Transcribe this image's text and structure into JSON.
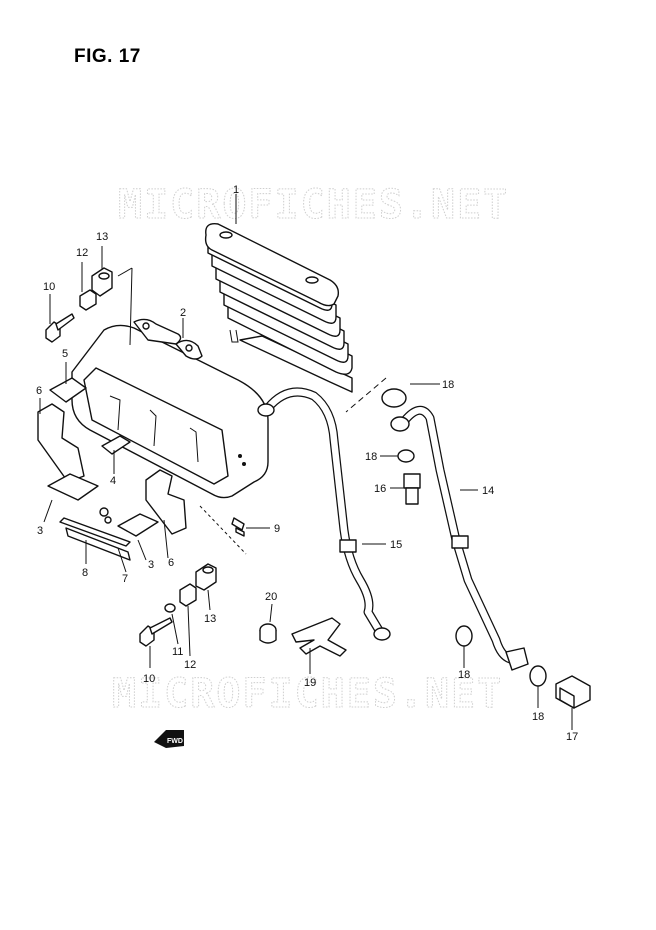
{
  "figure": {
    "title": "FIG. 17"
  },
  "watermarks": [
    "MICROFICHES.NET",
    "MICROFICHES.NET"
  ],
  "fwd_badge": "FWD",
  "callouts": [
    {
      "id": "c1",
      "label": "1"
    },
    {
      "id": "c2",
      "label": "2"
    },
    {
      "id": "c3a",
      "label": "3"
    },
    {
      "id": "c3b",
      "label": "3"
    },
    {
      "id": "c4",
      "label": "4"
    },
    {
      "id": "c5",
      "label": "5"
    },
    {
      "id": "c6a",
      "label": "6"
    },
    {
      "id": "c6b",
      "label": "6"
    },
    {
      "id": "c7",
      "label": "7"
    },
    {
      "id": "c8",
      "label": "8"
    },
    {
      "id": "c9",
      "label": "9"
    },
    {
      "id": "c10a",
      "label": "10"
    },
    {
      "id": "c10b",
      "label": "10"
    },
    {
      "id": "c11",
      "label": "11"
    },
    {
      "id": "c12a",
      "label": "12"
    },
    {
      "id": "c12b",
      "label": "12"
    },
    {
      "id": "c13a",
      "label": "13"
    },
    {
      "id": "c13b",
      "label": "13"
    },
    {
      "id": "c14",
      "label": "14"
    },
    {
      "id": "c15",
      "label": "15"
    },
    {
      "id": "c16",
      "label": "16"
    },
    {
      "id": "c17",
      "label": "17"
    },
    {
      "id": "c18a",
      "label": "18"
    },
    {
      "id": "c18b",
      "label": "18"
    },
    {
      "id": "c18c",
      "label": "18"
    },
    {
      "id": "c18d",
      "label": "18"
    },
    {
      "id": "c19",
      "label": "19"
    },
    {
      "id": "c20",
      "label": "20"
    }
  ]
}
